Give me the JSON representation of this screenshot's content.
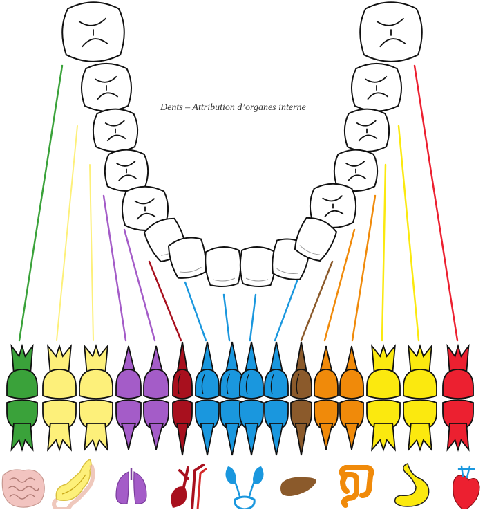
{
  "title": "Dents – Attribution d’organes interne",
  "colors": {
    "green": "#3aa23a",
    "pale_yellow": "#fdf07a",
    "purple": "#a45cc8",
    "dark_red": "#a8101e",
    "blue": "#1a97de",
    "brown": "#8b5a2b",
    "orange": "#f08a0a",
    "yellow": "#fbe90f",
    "red": "#ec2030"
  },
  "teeth_row": [
    {
      "type": "molar",
      "color": "green"
    },
    {
      "type": "molar",
      "color": "pale_yellow"
    },
    {
      "type": "molar",
      "color": "pale_yellow"
    },
    {
      "type": "premolar",
      "color": "purple"
    },
    {
      "type": "premolar",
      "color": "purple"
    },
    {
      "type": "canine",
      "color": "dark_red"
    },
    {
      "type": "incisor",
      "color": "blue"
    },
    {
      "type": "incisor",
      "color": "blue"
    },
    {
      "type": "incisor",
      "color": "blue"
    },
    {
      "type": "incisor",
      "color": "blue"
    },
    {
      "type": "canine",
      "color": "brown"
    },
    {
      "type": "premolar",
      "color": "orange"
    },
    {
      "type": "premolar",
      "color": "orange"
    },
    {
      "type": "molar",
      "color": "yellow"
    },
    {
      "type": "molar",
      "color": "yellow"
    },
    {
      "type": "molar",
      "color": "red"
    }
  ],
  "organs": [
    {
      "icon": "small-intestine-icon",
      "color": "#f2c4c0"
    },
    {
      "icon": "pancreas-icon",
      "color": "#fdf07a"
    },
    {
      "icon": "lungs-icon",
      "color": "#a45cc8"
    },
    {
      "icon": "blood-vessels-icon",
      "color": "#a8101e"
    },
    {
      "icon": "kidneys-bladder-icon",
      "color": "#1a97de"
    },
    {
      "icon": "liver-icon",
      "color": "#8b5a2b"
    },
    {
      "icon": "large-intestine-icon",
      "color": "#f08a0a"
    },
    {
      "icon": "stomach-icon",
      "color": "#fbe90f"
    },
    {
      "icon": "heart-icon",
      "color": "#ec2030"
    }
  ]
}
